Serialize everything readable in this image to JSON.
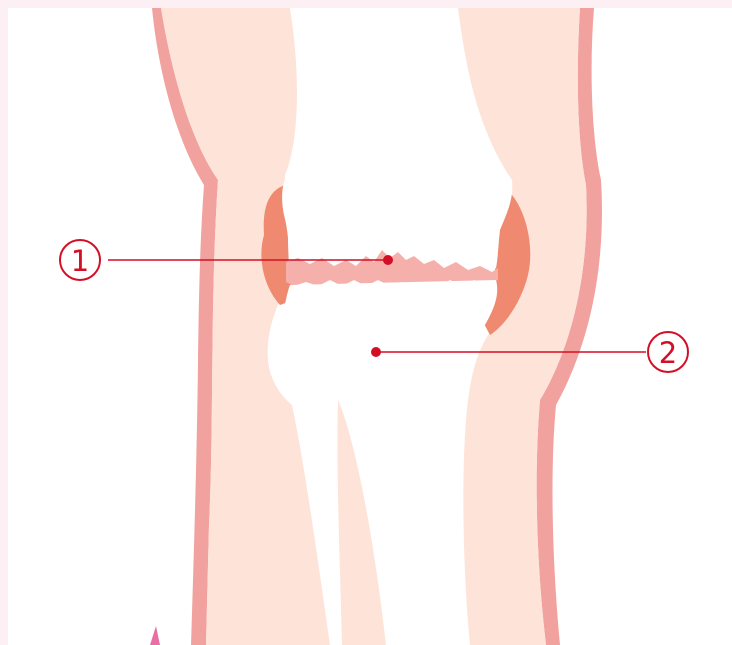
{
  "diagram": {
    "description_labels": [],
    "callouts": [
      {
        "id": "callout-1",
        "number": "1"
      },
      {
        "id": "callout-2",
        "number": "2"
      }
    ]
  },
  "colors": {
    "page_frame": "#fdf0f4",
    "panel": "#ffffff",
    "skin_fill": "#fde3d8",
    "skin_outline": "#f2a29e",
    "bone": "#ffffff",
    "cartilage": "#f6b0ab",
    "synovium_inflamed": "#ef8a70",
    "callout_red": "#d30f25",
    "corner_mark": "#e86fa3"
  }
}
